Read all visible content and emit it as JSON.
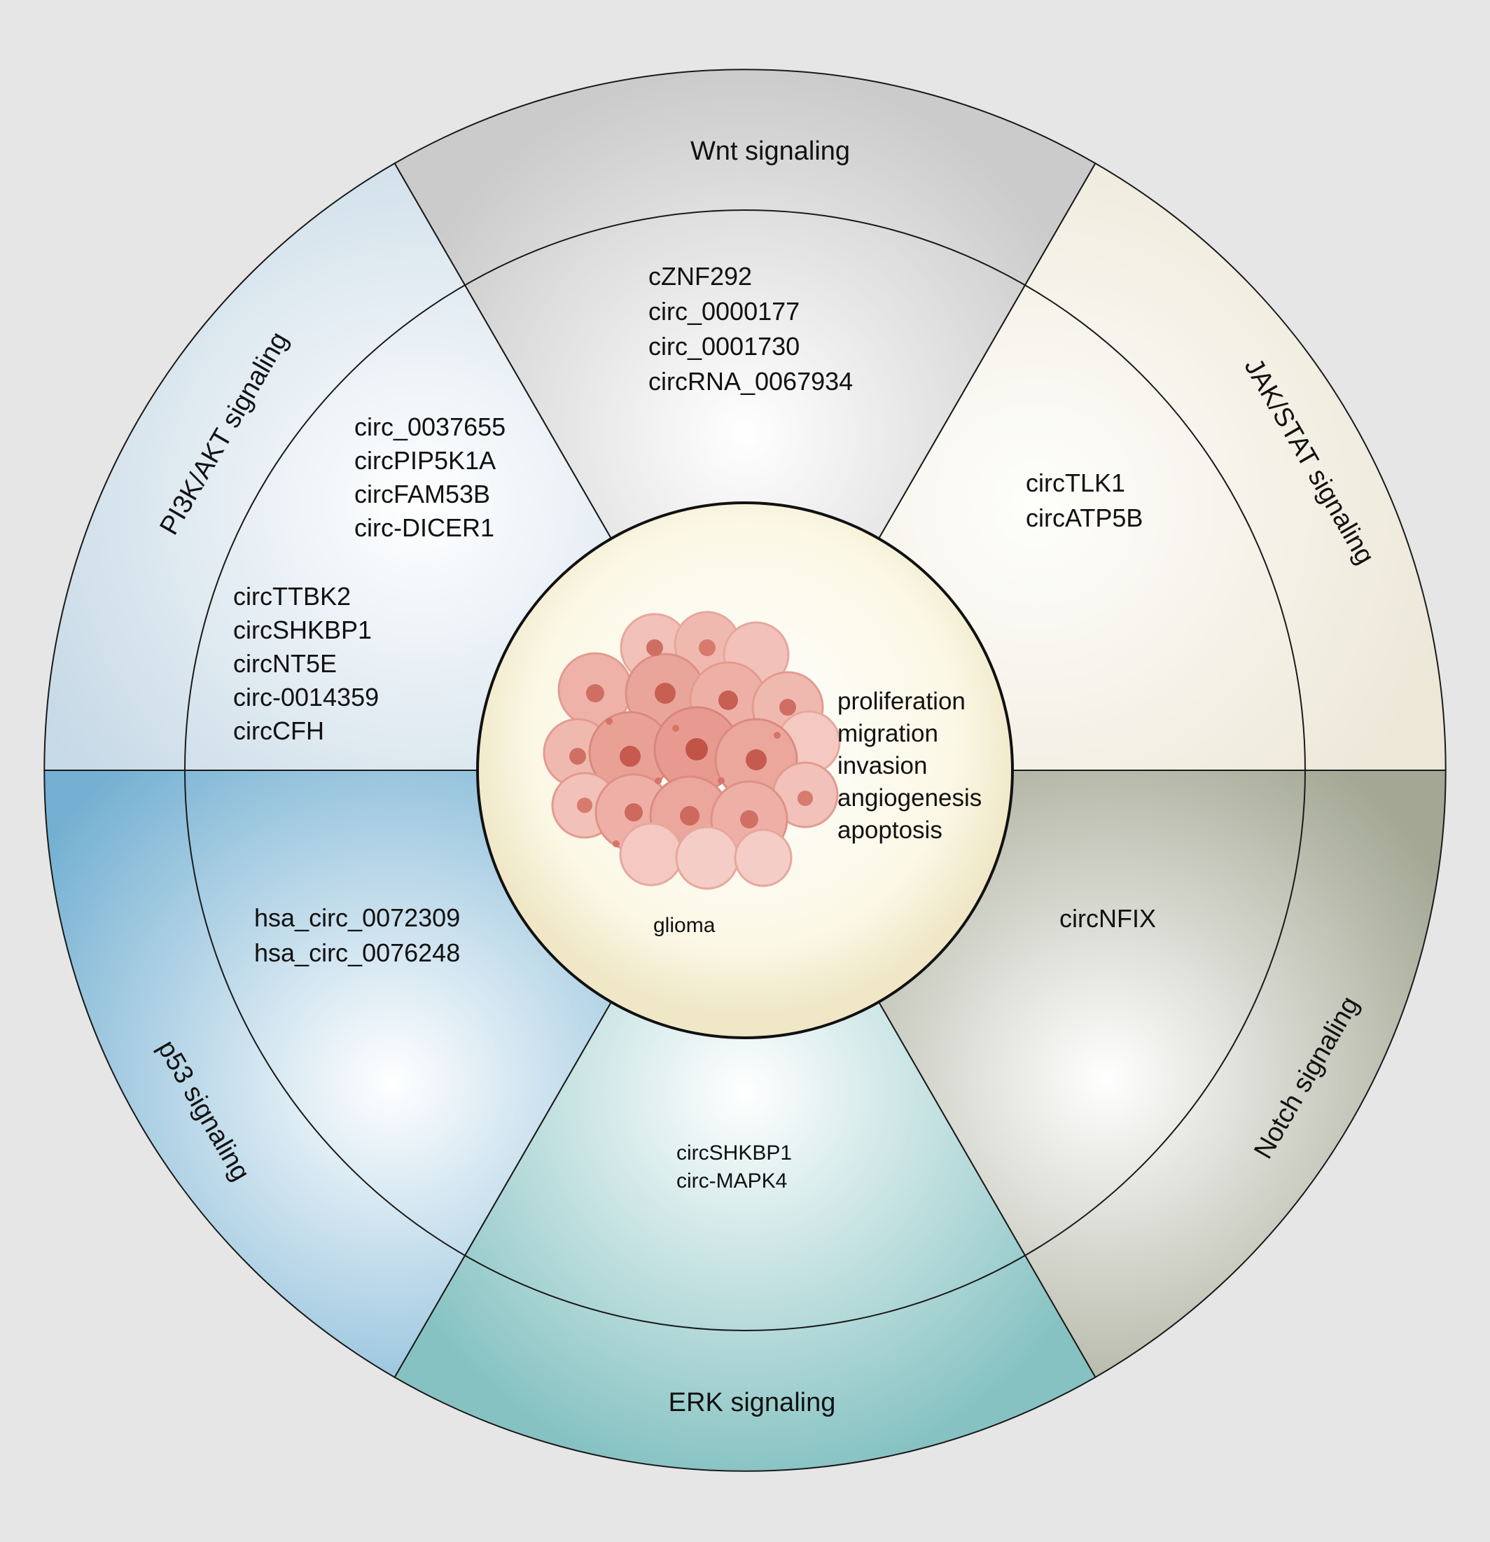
{
  "sectors": [
    {
      "id": "wnt",
      "label": "Wnt signaling",
      "circrnas": [
        "cZNF292",
        "circ_0000177",
        "circ_0001730",
        "circRNA_0067934"
      ]
    },
    {
      "id": "jak-stat",
      "label": "JAK/STAT signaling",
      "circrnas": [
        "circTLK1",
        "circATP5B"
      ]
    },
    {
      "id": "notch",
      "label": "Notch signaling",
      "circrnas": [
        "circNFIX"
      ]
    },
    {
      "id": "erk",
      "label": "ERK signaling",
      "circrnas": [
        "circSHKBP1",
        "circ-MAPK4"
      ]
    },
    {
      "id": "p53",
      "label": "p53 signaling",
      "circrnas": [
        "hsa_circ_0072309",
        "hsa_circ_0076248"
      ]
    },
    {
      "id": "pi3k-akt",
      "label": "PI3K/AKT signaling",
      "circrnas": [
        "circ_0037655",
        "circPIP5K1A",
        "circFAM53B",
        "circ-DICER1",
        "circTTBK2",
        "circSHKBP1",
        "circNT5E",
        "circ-0014359",
        "circCFH"
      ]
    }
  ],
  "center": {
    "label": "glioma",
    "outcomes": [
      "proliferation",
      "migration",
      "invasion",
      "angiogenesis",
      "apoptosis"
    ]
  },
  "colors": {
    "background": "#e6e6e6",
    "wnt": "#cfcfcf",
    "jak_stat": "#efebde",
    "notch": "#a5a995",
    "erk": "#8cc4c4",
    "p53": "#78b3d3",
    "pi3k_akt": "#c9dbe6",
    "center_fill": "#fdfcf2",
    "tumor": "#e89a90"
  }
}
